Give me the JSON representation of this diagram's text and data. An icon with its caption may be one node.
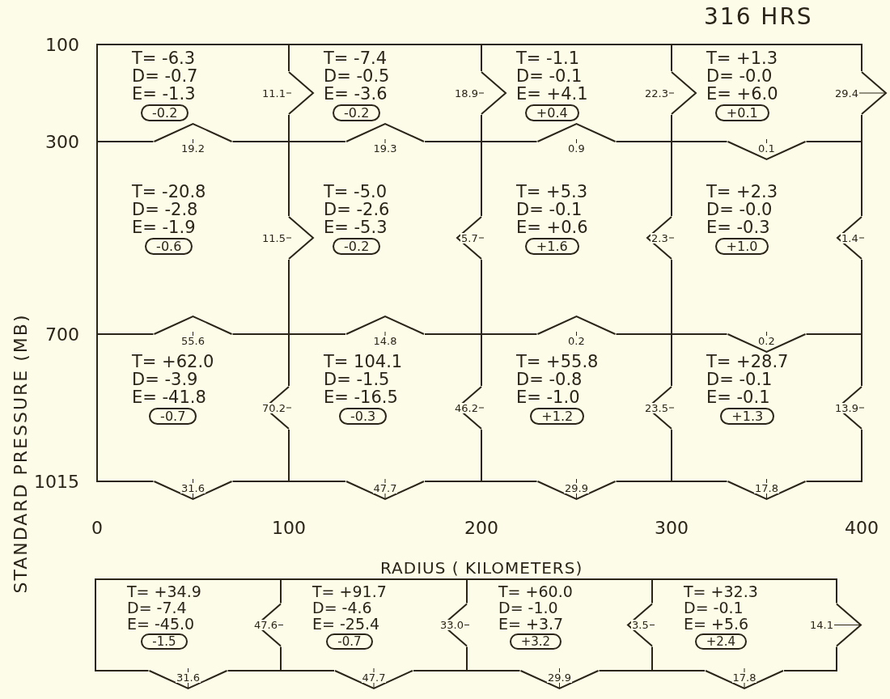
{
  "diagram": {
    "title": "316 HRS",
    "nodes": [
      {
        "text": [
          "T= -6.3",
          "D= -0.7",
          "E= -1.3"
        ]
      },
      {
        "text": [
          "-0.2"
        ],
        "in": 0
      },
      {
        "text": [
          "T= -7.4",
          "D= -0.5",
          "E= -3.6"
        ]
      },
      {
        "text": [
          "-0.2"
        ],
        "in": 2
      },
      {
        "text": [
          "T= -1.1",
          "D= -0.1",
          "E= +4.1"
        ]
      },
      {
        "text": [
          "+0.4"
        ],
        "in": 4
      },
      {
        "text": [
          "T= +1.3",
          "D= -0.0",
          "E= +6.0"
        ]
      },
      {
        "text": [
          "+0.1"
        ],
        "in": 6
      },
      {
        "text": [
          "T= -20.8",
          "D= -2.8",
          "E= -1.9"
        ]
      },
      {
        "text": [
          "-0.6"
        ],
        "in": 8
      },
      {
        "text": [
          "T= -5.0",
          "D= -2.6",
          "E= -5.3"
        ]
      },
      {
        "text": [
          "-0.2"
        ],
        "in": 10
      },
      {
        "text": [
          "T= +5.3",
          "D= -0.1",
          "E= +0.6"
        ]
      },
      {
        "text": [
          "+1.6"
        ],
        "in": 12
      },
      {
        "text": [
          "T= +2.3",
          "D= -0.0",
          "E= -0.3"
        ]
      },
      {
        "text": [
          "+1.0"
        ],
        "in": 14
      },
      {
        "text": [
          "T= +62.0",
          "D= -3.9",
          "E= -41.8"
        ]
      },
      {
        "text": [
          "-0.7"
        ],
        "in": 16
      },
      {
        "text": [
          "T= 104.1",
          "D= -1.5",
          "E= -16.5"
        ]
      },
      {
        "text": [
          "-0.3"
        ],
        "in": 18
      },
      {
        "text": [
          "T= +55.8",
          "D= -0.8",
          "E= -1.0"
        ]
      },
      {
        "text": [
          "+1.2"
        ],
        "in": 20
      },
      {
        "text": [
          "T= +28.7",
          "D= -0.1",
          "E= -0.1"
        ]
      },
      {
        "text": [
          "+1.3"
        ],
        "in": 22
      },
      {
        "text": [
          "T= +34.9",
          "D= -7.4",
          "E= -45.0"
        ]
      },
      {
        "text": [
          "-1.5"
        ],
        "in": 24
      },
      {
        "text": [
          "T= +91.7",
          "D= -4.6",
          "E= -25.4"
        ]
      },
      {
        "text": [
          "-0.7"
        ],
        "in": 26
      },
      {
        "text": [
          "T= +60.0",
          "D= -1.0",
          "E= +3.7"
        ]
      },
      {
        "text": [
          "+3.2"
        ],
        "in": 28
      },
      {
        "text": [
          "T= +32.3",
          "D= -0.1",
          "E= +5.6"
        ]
      },
      {
        "text": [
          "+2.4"
        ],
        "in": 30
      }
    ],
    "edges": [
      {
        "from": 0,
        "to": 2,
        "arrow": "to",
        "label": "11.1"
      },
      {
        "from": 2,
        "to": 4,
        "arrow": "to",
        "label": "18.9"
      },
      {
        "from": 4,
        "to": 6,
        "arrow": "to",
        "label": "22.3"
      },
      {
        "from": 6,
        "to": null,
        "arrow": "to",
        "label": "29.4"
      },
      {
        "from": 8,
        "to": 0,
        "arrow": "to",
        "label": "19.2"
      },
      {
        "from": 10,
        "to": 2,
        "arrow": "to",
        "label": "19.3"
      },
      {
        "from": 12,
        "to": 4,
        "arrow": "to",
        "label": "0.9"
      },
      {
        "from": 6,
        "to": 14,
        "arrow": "to",
        "label": "0.1"
      },
      {
        "from": 8,
        "to": 10,
        "arrow": "to",
        "label": "11.5"
      },
      {
        "from": 12,
        "to": 10,
        "arrow": "to",
        "label": "5.7"
      },
      {
        "from": 14,
        "to": 12,
        "arrow": "to",
        "label": "2.3"
      },
      {
        "from": null,
        "to": 14,
        "arrow": "to",
        "label": "1.4"
      },
      {
        "from": 16,
        "to": 8,
        "arrow": "to",
        "label": "55.6"
      },
      {
        "from": 18,
        "to": 10,
        "arrow": "to",
        "label": "14.8"
      },
      {
        "from": 20,
        "to": 12,
        "arrow": "to",
        "label": "0.2"
      },
      {
        "from": 14,
        "to": 22,
        "arrow": "to",
        "label": "0.2"
      },
      {
        "from": 18,
        "to": 16,
        "arrow": "to",
        "label": "70.2"
      },
      {
        "from": 20,
        "to": 18,
        "arrow": "to",
        "label": "46.2"
      },
      {
        "from": 22,
        "to": 20,
        "arrow": "to",
        "label": "23.5"
      },
      {
        "from": null,
        "to": 22,
        "arrow": "to",
        "label": "13.9"
      },
      {
        "from": 16,
        "to": null,
        "arrow": "to",
        "label": "31.6"
      },
      {
        "from": 18,
        "to": null,
        "arrow": "to",
        "label": "47.7"
      },
      {
        "from": 20,
        "to": null,
        "arrow": "to",
        "label": "29.9"
      },
      {
        "from": 22,
        "to": null,
        "arrow": "to",
        "label": "17.8"
      },
      {
        "from": 26,
        "to": 24,
        "arrow": "to",
        "label": "47.6"
      },
      {
        "from": 28,
        "to": 26,
        "arrow": "to",
        "label": "33.0"
      },
      {
        "from": 30,
        "to": 28,
        "arrow": "to",
        "label": "3.5"
      },
      {
        "from": 30,
        "to": null,
        "arrow": "to",
        "label": "14.1"
      },
      {
        "from": 24,
        "to": null,
        "arrow": "to",
        "label": "31.6"
      },
      {
        "from": 26,
        "to": null,
        "arrow": "to",
        "label": "47.7"
      },
      {
        "from": 28,
        "to": null,
        "arrow": "to",
        "label": "29.9"
      },
      {
        "from": 30,
        "to": null,
        "arrow": "to",
        "label": "17.8"
      }
    ],
    "labels": [
      "100",
      "300",
      "700",
      "1015",
      "STANDARD PRESSURE (MB)",
      "0",
      "100",
      "200",
      "300",
      "400",
      "RADIUS ( KILOMETERS)"
    ]
  }
}
